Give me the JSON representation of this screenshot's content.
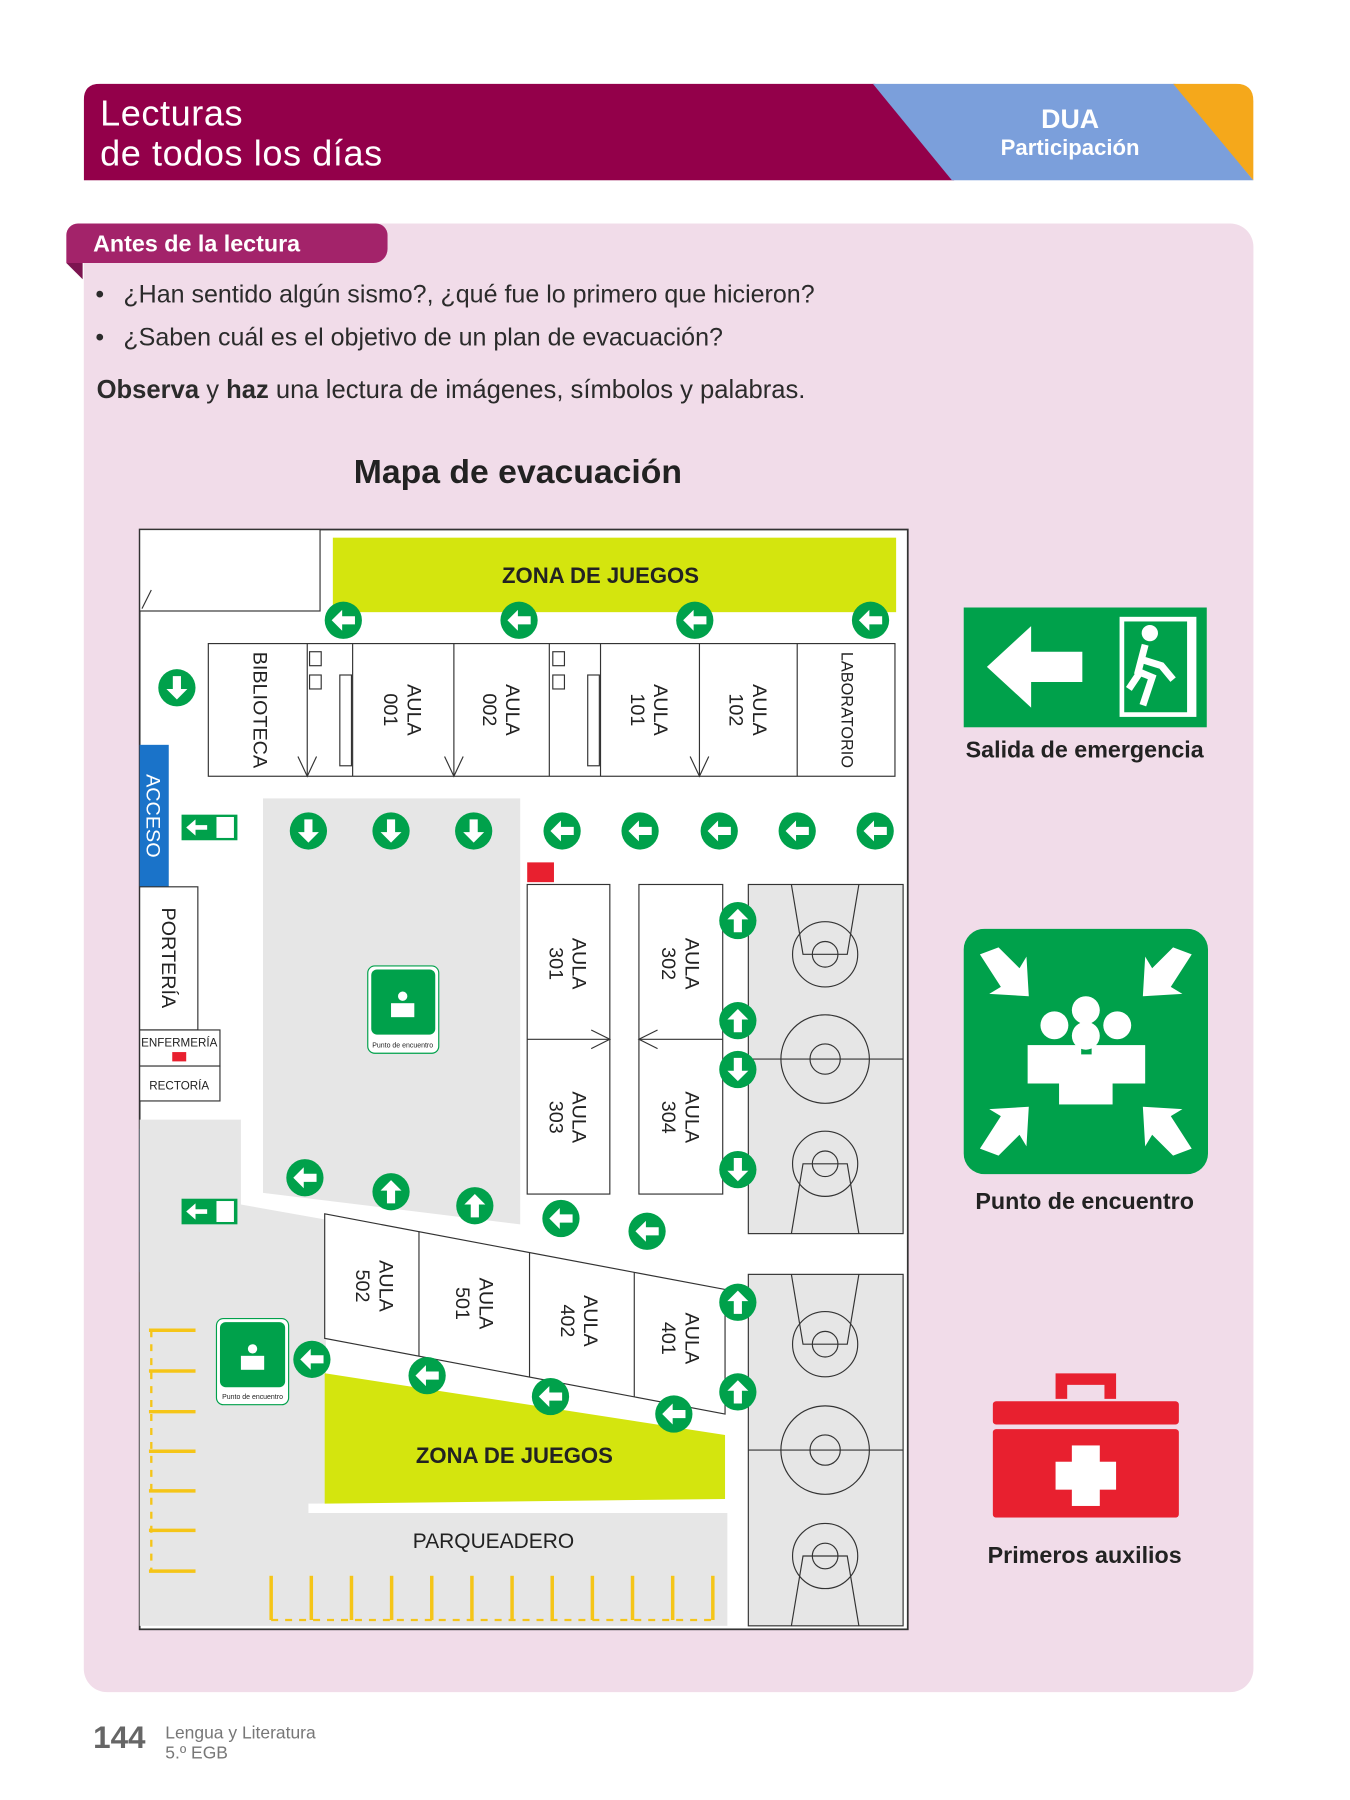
{
  "header": {
    "title_line1": "Lecturas",
    "title_line2": "de todos los días",
    "badge_title": "DUA",
    "badge_subtitle": "Participación",
    "colors": {
      "plum": "#93004a",
      "blue": "#7b9fdb",
      "orange": "#f5a81b"
    }
  },
  "section": {
    "tab_label": "Antes de la lectura",
    "questions": [
      "¿Han sentido algún sismo?, ¿qué fue lo primero que hicieron?",
      "¿Saben cuál es el objetivo de un plan de evacuación?"
    ],
    "instruction": {
      "bold1": "Observa",
      "text1": " y ",
      "bold2": "haz",
      "text2": " una lectura de imágenes, símbolos y palabras."
    }
  },
  "map": {
    "title": "Mapa de evacuación",
    "zona_juegos_top": "ZONA DE JUEGOS",
    "zona_juegos_bottom": "ZONA DE JUEGOS",
    "parqueadero": "PARQUEADERO",
    "acceso": "ACCESO",
    "biblioteca": "BIBLIOTECA",
    "laboratorio": "LABORATORIO",
    "porteria": "PORTERÍA",
    "enfermeria": "ENFERMERÍA",
    "rectoria": "RECTORÍA",
    "aula_word": "AULA",
    "aulas": [
      "001",
      "002",
      "101",
      "102",
      "301",
      "302",
      "303",
      "304",
      "502",
      "501",
      "402",
      "401"
    ],
    "punto_small": "Punto de encuentro"
  },
  "legend": {
    "exit_label": "Salida de emergencia",
    "meeting_label": "Punto de encuentro",
    "firstaid_label": "Primeros auxilios",
    "colors": {
      "green": "#00a14b",
      "red": "#e8202f"
    }
  },
  "footer": {
    "page_number": "144",
    "subject": "Lengua y Literatura",
    "grade": "5.º EGB"
  }
}
